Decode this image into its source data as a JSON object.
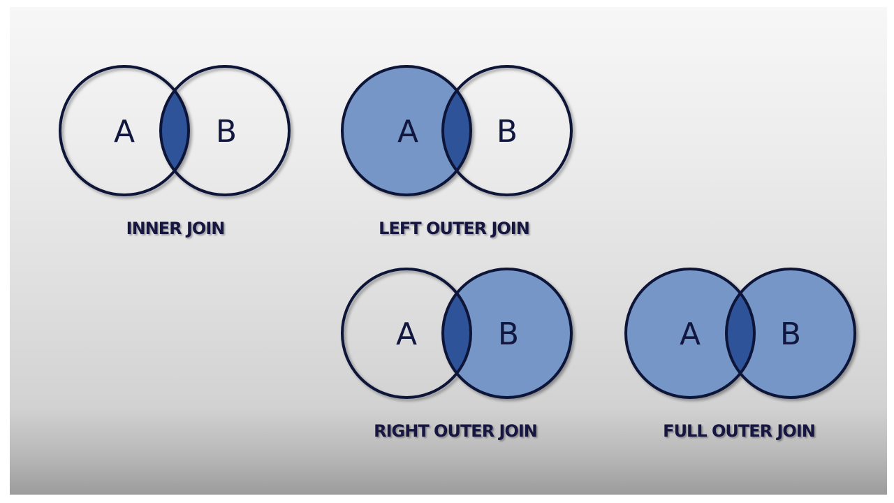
{
  "colors": {
    "outline": "#0c1238",
    "selected_region": "#7596c6",
    "intersection": "#2f5299",
    "unselected": "none"
  },
  "diagrams": [
    {
      "label": "INNER JOIN",
      "left_letter": "A",
      "right_letter": "B",
      "shaded": [
        "intersection"
      ]
    },
    {
      "label": "LEFT OUTER JOIN",
      "left_letter": "A",
      "right_letter": "B",
      "shaded": [
        "left",
        "intersection"
      ]
    },
    {
      "label": "RIGHT OUTER JOIN",
      "left_letter": "A",
      "right_letter": "B",
      "shaded": [
        "right",
        "intersection"
      ]
    },
    {
      "label": "FULL OUTER JOIN",
      "left_letter": "A",
      "right_letter": "B",
      "shaded": [
        "left",
        "right",
        "intersection"
      ]
    }
  ]
}
